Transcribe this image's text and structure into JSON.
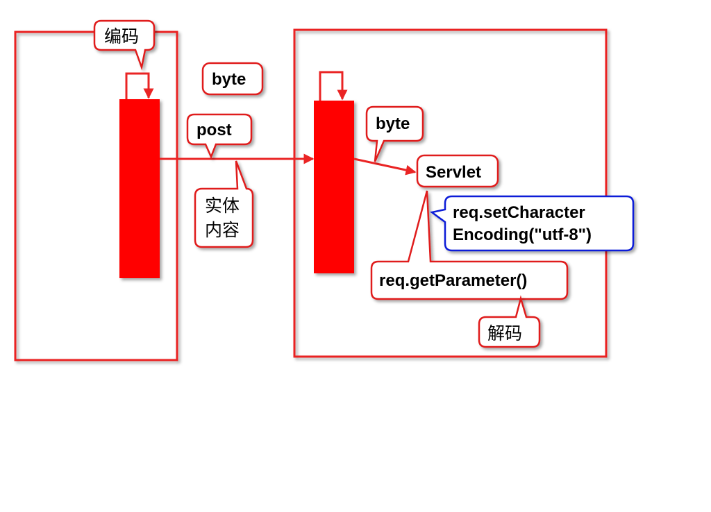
{
  "diagram": {
    "client_encode_label": "编码",
    "byte_label_top": "byte",
    "post_label": "post",
    "entity_label_line1": "实体",
    "entity_label_line2": "内容",
    "server_byte_label": "byte",
    "servlet_label": "Servlet",
    "set_encoding_line1": "req.setCharacter",
    "set_encoding_line2": "Encoding(\"utf-8\")",
    "get_parameter_label": "req.getParameter()",
    "decode_label": "解码",
    "colors": {
      "frame": "#ea2424",
      "bar": "#ff0000",
      "callout_border_red": "#e01e1e",
      "callout_border_blue": "#0b1fd8",
      "text": "#000000",
      "background": "#ffffff"
    }
  }
}
